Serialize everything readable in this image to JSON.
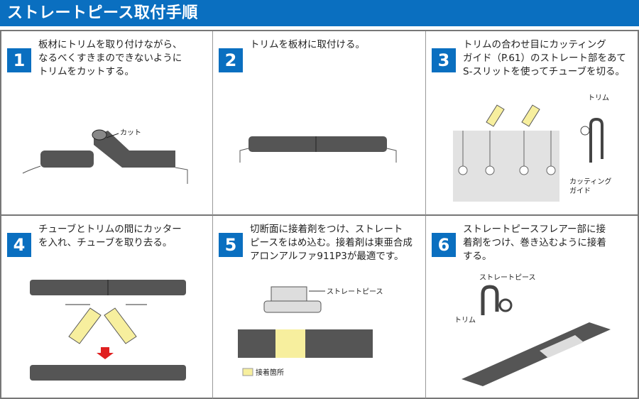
{
  "title": "ストレートピース取付手順",
  "steps": [
    {
      "num": "1",
      "text": "板材にトリムを取り付けながら、\nなるべくすきまのできないように\nトリムをカットする。",
      "labels": {
        "cut": "カット"
      }
    },
    {
      "num": "2",
      "text": "トリムを板材に取付ける。"
    },
    {
      "num": "3",
      "text": "トリムの合わせ目にカッティング\nガイド（P.61）のストレート部をあて\nS-スリットを使ってチューブを切る。",
      "labels": {
        "trim": "トリム",
        "guide1": "カッティング",
        "guide2": "ガイド"
      }
    },
    {
      "num": "4",
      "text": "チューブとトリムの間にカッター\nを入れ、チューブを取り去る。"
    },
    {
      "num": "5",
      "text": "切断面に接着剤をつけ、ストレート\nピースをはめ込む。接着剤は東亜合成\nアロンアルファ911P3が最適です。",
      "labels": {
        "piece": "ストレートピース",
        "adhesive": "接着箇所"
      }
    },
    {
      "num": "6",
      "text": "ストレートピースフレアー部に接\n着剤をつけ、巻き込むように接着\nする。",
      "labels": {
        "piece": "ストレートピース",
        "trim": "トリム"
      }
    }
  ],
  "colors": {
    "accent": "#0a6fc0",
    "trim": "#555555",
    "adhesive": "#f7ef9e"
  }
}
